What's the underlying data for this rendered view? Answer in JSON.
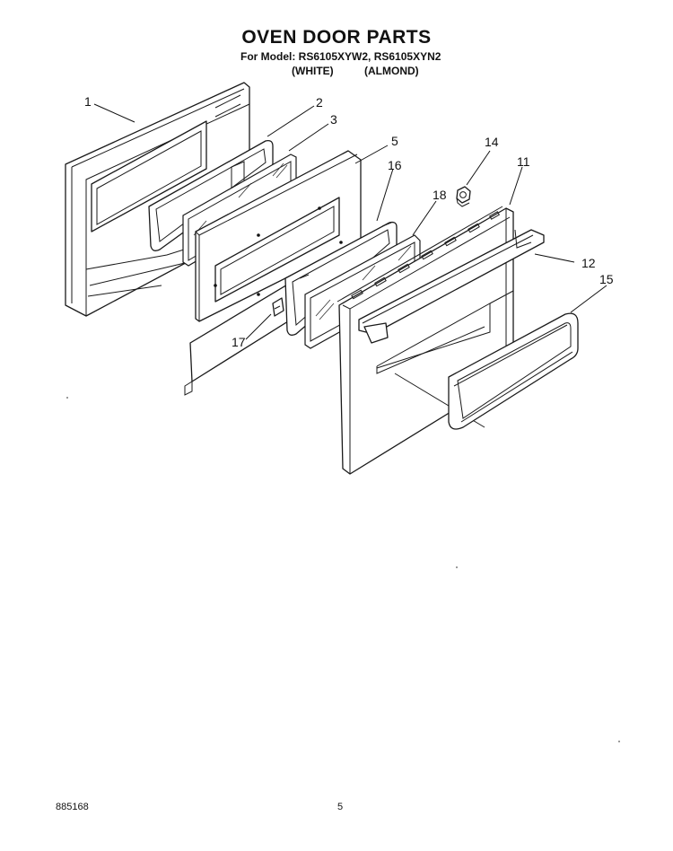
{
  "header": {
    "title": "OVEN DOOR PARTS",
    "model_line": "For Model: RS6105XYW2, RS6105XYN2",
    "color_white": "(WHITE)",
    "color_almond": "(ALMOND)"
  },
  "callouts": [
    "1",
    "2",
    "3",
    "5",
    "16",
    "14",
    "11",
    "18",
    "12",
    "15",
    "17"
  ],
  "footer": {
    "doc_number": "885168",
    "page_number": "5"
  }
}
